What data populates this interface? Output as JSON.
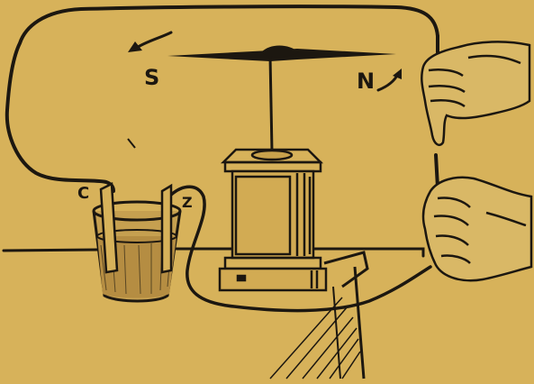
{
  "diagram": {
    "labels": {
      "needle_south": "S",
      "needle_north": "N",
      "cell_carbon": "C",
      "cell_zinc": "Z"
    },
    "colors": {
      "background": "#d7b25a",
      "ink": "#1c1710",
      "liquid": "#b58d42"
    },
    "icons": [
      "compass-needle-icon",
      "deflection-arrow-icon",
      "hand-icon",
      "glass-jar-icon",
      "wooden-stand-icon"
    ]
  }
}
